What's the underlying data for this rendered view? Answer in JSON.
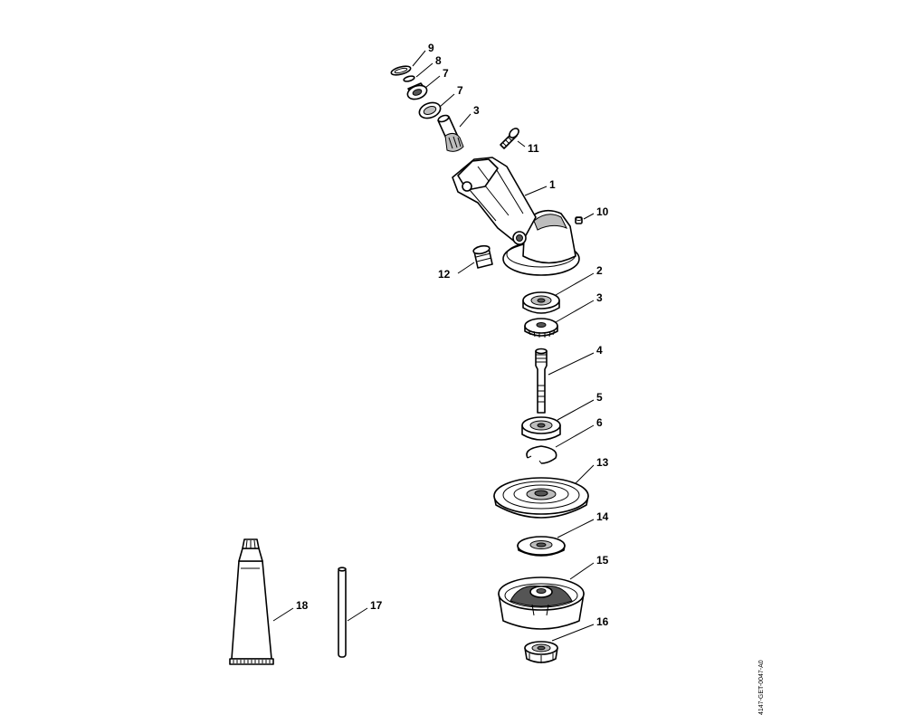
{
  "diagram_code": "4147-GET-0047-A0",
  "callouts": [
    "9",
    "8",
    "7",
    "7",
    "3",
    "11",
    "1",
    "10",
    "12",
    "2",
    "3",
    "4",
    "5",
    "6",
    "13",
    "14",
    "15",
    "16",
    "18",
    "17"
  ]
}
